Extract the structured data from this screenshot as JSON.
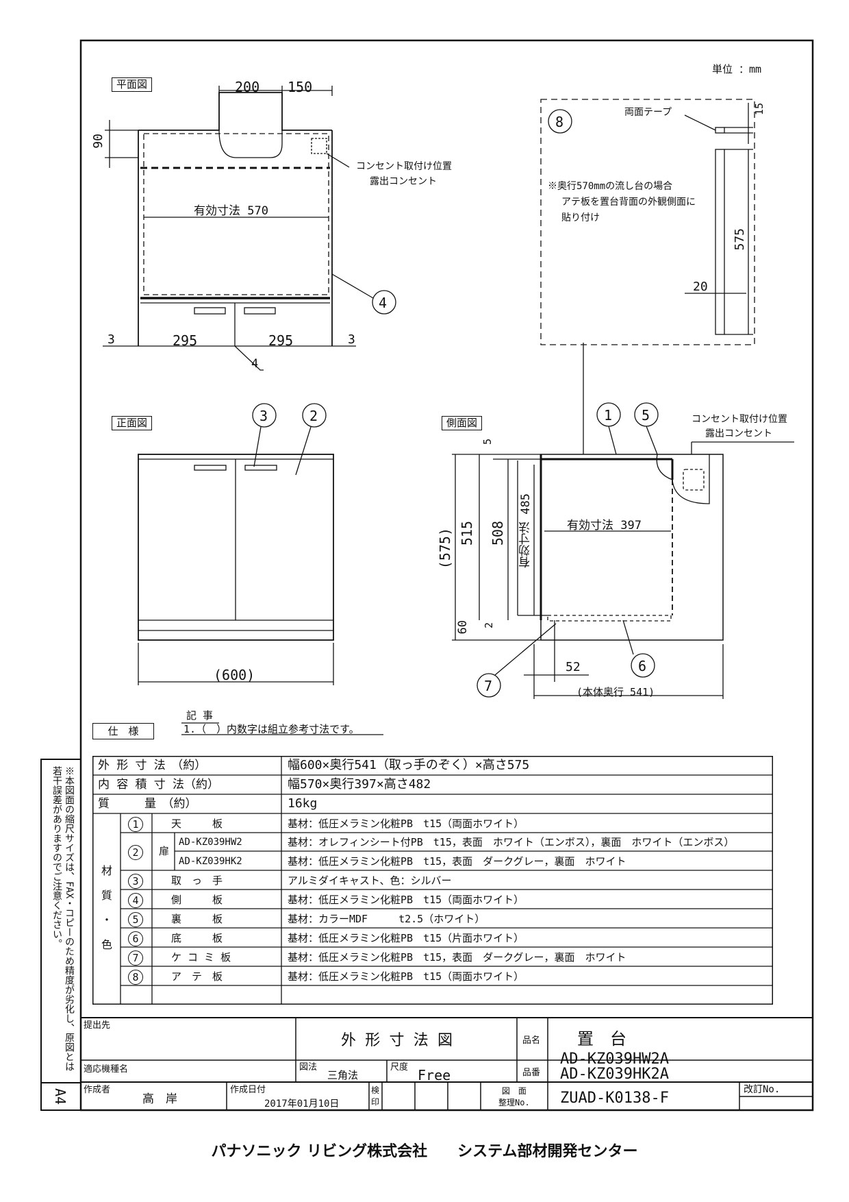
{
  "unit_label": "単位 ：mm",
  "views": {
    "plan": {
      "title": "平面図",
      "dims": {
        "top_200": "200",
        "top_150": "150",
        "left_90": "90",
        "effective": "有効寸法 570",
        "bottom_3l": "3",
        "bottom_295l": "295",
        "bottom_295r": "295",
        "bottom_3r": "3",
        "bottom_4": "4"
      },
      "outlet_note_1": "コンセント取付け位置",
      "outlet_note_2": "露出コンセント",
      "callout_4": "4"
    },
    "front": {
      "title": "正面図",
      "dim_width": "(600)",
      "callout_3": "3",
      "callout_2": "2"
    },
    "side": {
      "title": "側面図",
      "dims": {
        "d5": "5",
        "d575": "(575)",
        "d515": "515",
        "d508": "508",
        "d485": "有効寸法 485",
        "d397": "有効寸法 397",
        "d60": "60",
        "d2": "2",
        "d52": "52",
        "d541": "(本体奥行 541)"
      },
      "outlet_note_1": "コンセント取付け位置",
      "outlet_note_2": "露出コンセント",
      "callout_1": "1",
      "callout_5": "5",
      "callout_6": "6",
      "callout_7": "7"
    },
    "backplate": {
      "callout_8": "8",
      "tape_label": "両面テープ",
      "note_1": "※奥行570mmの流し台の場合",
      "note_2": "アテ板を置台背面の外観側面に",
      "note_3": "貼り付け",
      "dim_15": "15",
      "dim_575": "575",
      "dim_20": "20"
    }
  },
  "notes": {
    "heading": "記 事",
    "item_1": "1.（　）内数字は組立参考寸法です。"
  },
  "spec": {
    "heading": "仕　様",
    "rows": [
      {
        "label": "外 形 寸 法　（約）",
        "value": "幅600×奥行541（取っ手のぞく）×高さ575"
      },
      {
        "label": "内 容 積 寸 法（約）",
        "value": "幅570×奥行397×高さ482"
      },
      {
        "label": "質　　　量　（約）",
        "value": "16kg"
      }
    ],
    "material_group_label": "材 質 ・ 色",
    "materials": [
      {
        "no": "1",
        "part": "天　　　板",
        "value": "基材：低圧メラミン化粧PB　t15（両面ホワイト）"
      },
      {
        "no": "2",
        "part": "扉",
        "sub": "AD-KZ039HW2",
        "value": "基材：オレフィンシート付PB　t15，表面　ホワイト（エンボス），裏面　ホワイト（エンボス）"
      },
      {
        "no": "",
        "part": "",
        "sub": "AD-KZ039HK2",
        "value": "基材：低圧メラミン化粧PB　t15，表面　ダークグレー，裏面　ホワイト"
      },
      {
        "no": "3",
        "part": "取　っ　手",
        "value": "アルミダイキャスト、色：シルバー"
      },
      {
        "no": "4",
        "part": "側　　　板",
        "value": "基材：低圧メラミン化粧PB　t15（両面ホワイト）"
      },
      {
        "no": "5",
        "part": "裏　　　板",
        "value": "基材：カラーMDF　　　t2.5（ホワイト）"
      },
      {
        "no": "6",
        "part": "底　　　板",
        "value": "基材：低圧メラミン化粧PB　t15（片面ホワイト）"
      },
      {
        "no": "7",
        "part": "ケ コ ミ 板",
        "value": "基材：低圧メラミン化粧PB　t15，表面　ダークグレー，裏面　ホワイト"
      },
      {
        "no": "8",
        "part": "ア　テ　板",
        "value": "基材：低圧メラミン化粧PB　t15（両面ホワイト）"
      }
    ]
  },
  "title_block": {
    "submit_to_label": "提出先",
    "drawing_title": "外 形 寸 法 図",
    "product_name_label": "品名",
    "product_name": "置　台",
    "model_label": "適応機種名",
    "method_label": "図法",
    "method": "三角法",
    "scale_label": "尺度",
    "scale": "Free",
    "part_no_label": "品番",
    "part_no_1": "AD-KZ039HW2A",
    "part_no_2": "AD-KZ039HK2A",
    "author_label": "作成者",
    "author": "高　岸",
    "date_label": "作成日付",
    "date": "2017年01月10日",
    "check_label": "検印",
    "drawing_no_label": "図　面\n整理No.",
    "drawing_no": "ZUAD-K0138-F",
    "revision_label": "改訂No."
  },
  "side_note": "※本図面の縮尺サイズは、FAX・コピーのため精度が劣化し、原図とは若干誤差がありますのでご注意ください。",
  "paper_size": "A4",
  "footer": "パナソニック リビング株式会社　　システム部材開発センター"
}
